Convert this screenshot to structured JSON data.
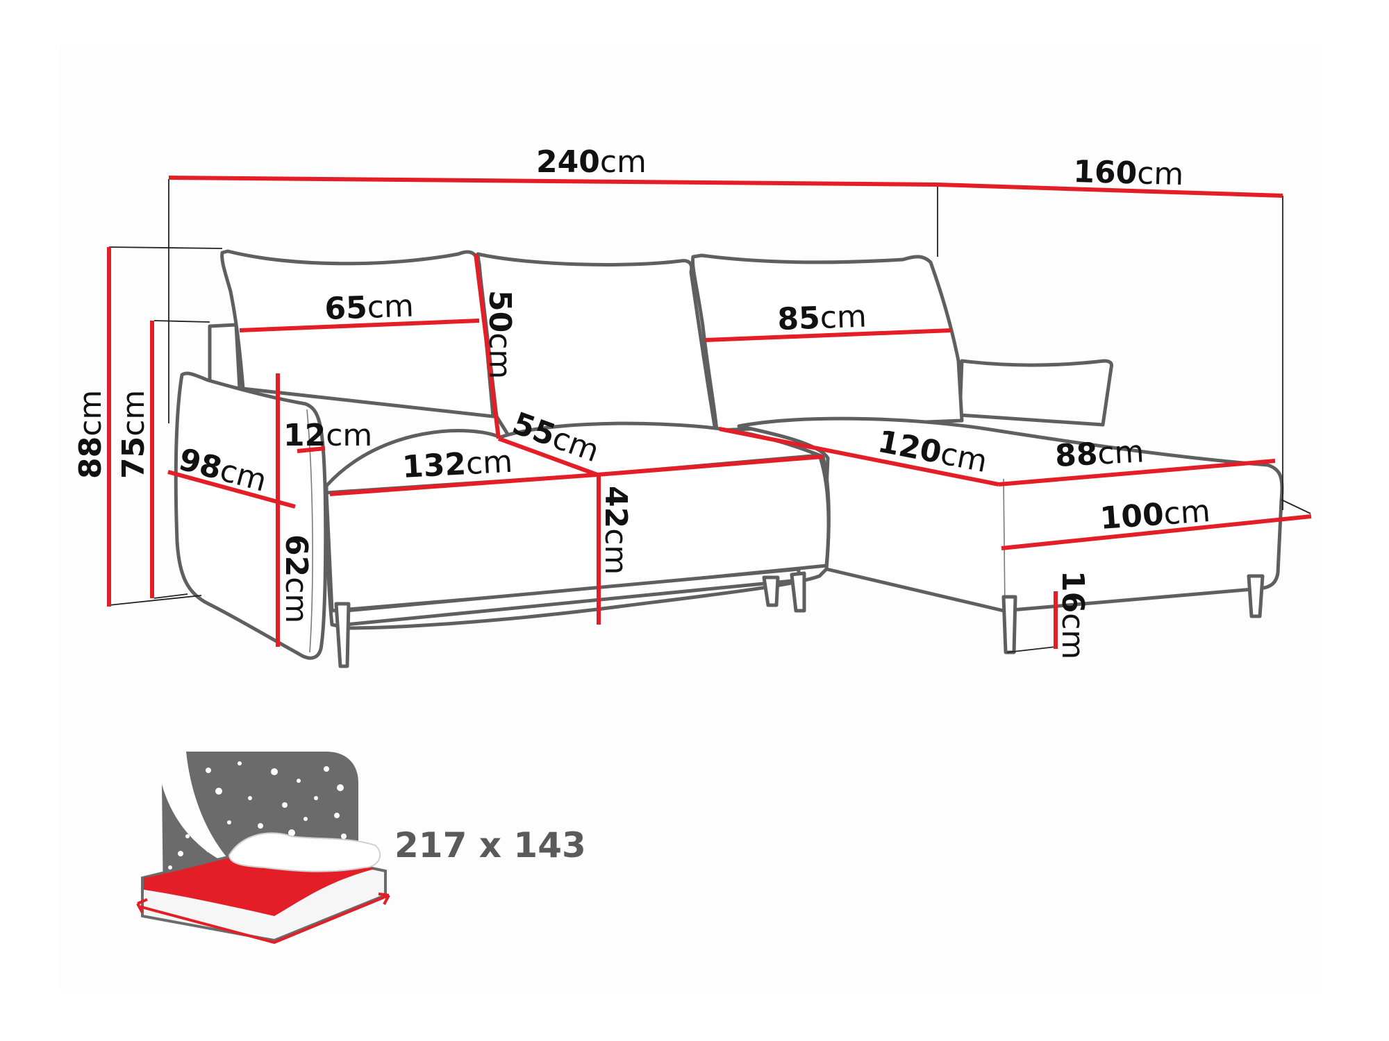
{
  "diagram": {
    "subject": "corner sofa dimensions",
    "unit": "cm",
    "colors": {
      "dimension_line": "#e41e26",
      "outline": "#5f5f5f",
      "label": "#111111",
      "icon_gray": "#6b6b6b",
      "icon_red": "#e41e26"
    },
    "dimensions": {
      "total_width": {
        "value": "240",
        "unit": "cm"
      },
      "chaise_width": {
        "value": "160",
        "unit": "cm"
      },
      "total_height": {
        "value": "88",
        "unit": "cm"
      },
      "armrest_height": {
        "value": "75",
        "unit": "cm"
      },
      "depth": {
        "value": "98",
        "unit": "cm"
      },
      "armrest_width": {
        "value": "12",
        "unit": "cm"
      },
      "armrest_side_height": {
        "value": "62",
        "unit": "cm"
      },
      "left_cushion_width": {
        "value": "65",
        "unit": "cm"
      },
      "backrest_height": {
        "value": "50",
        "unit": "cm"
      },
      "right_cushion_width": {
        "value": "85",
        "unit": "cm"
      },
      "seat_depth": {
        "value": "55",
        "unit": "cm"
      },
      "seat_width": {
        "value": "132",
        "unit": "cm"
      },
      "seat_height": {
        "value": "42",
        "unit": "cm"
      },
      "chaise_length": {
        "value": "120",
        "unit": "cm"
      },
      "chaise_seat_width": {
        "value": "88",
        "unit": "cm"
      },
      "chaise_front_width": {
        "value": "100",
        "unit": "cm"
      },
      "leg_height": {
        "value": "16",
        "unit": "cm"
      }
    },
    "sleeping_area": {
      "label": "217 x 143"
    }
  }
}
